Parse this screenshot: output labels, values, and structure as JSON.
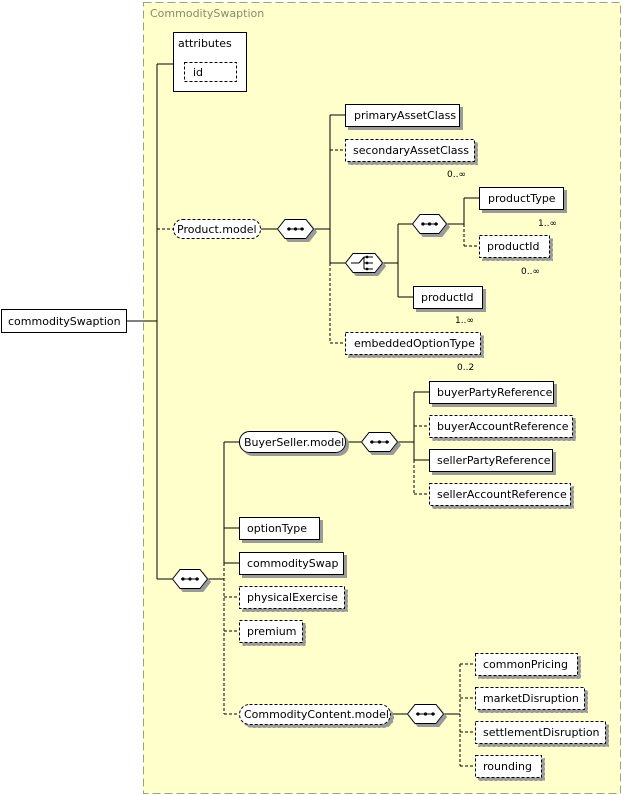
{
  "region": {
    "title": "CommoditySwaption"
  },
  "root": {
    "label": "commoditySwaption"
  },
  "attributes": {
    "label": "attributes",
    "id_label": "id"
  },
  "groups": {
    "product_model": "Product.model",
    "buyerseller_model": "BuyerSeller.model",
    "commoditycontent_model": "CommodityContent.model"
  },
  "elements": {
    "primary_asset_class": "primaryAssetClass",
    "secondary_asset_class": "secondaryAssetClass",
    "product_type": "productType",
    "product_id_optional": "productId",
    "product_id": "productId",
    "embedded_option_type": "embeddedOptionType",
    "buyer_party_reference": "buyerPartyReference",
    "buyer_account_reference": "buyerAccountReference",
    "seller_party_reference": "sellerPartyReference",
    "seller_account_reference": "sellerAccountReference",
    "option_type": "optionType",
    "commodity_swap": "commoditySwap",
    "physical_exercise": "physicalExercise",
    "premium": "premium",
    "common_pricing": "commonPricing",
    "market_disruption": "marketDisruption",
    "settlement_disruption": "settlementDisruption",
    "rounding": "rounding"
  },
  "cardinalities": {
    "secondary_asset_class": "0..∞",
    "product_type": "1..∞",
    "product_id_optional": "0..∞",
    "product_id": "1..∞",
    "embedded_option_type": "0..2"
  },
  "colors": {
    "region_fill": "#ffffcc",
    "region_border": "#a0a080",
    "box_fill": "#ffffff",
    "line": "#000000"
  }
}
